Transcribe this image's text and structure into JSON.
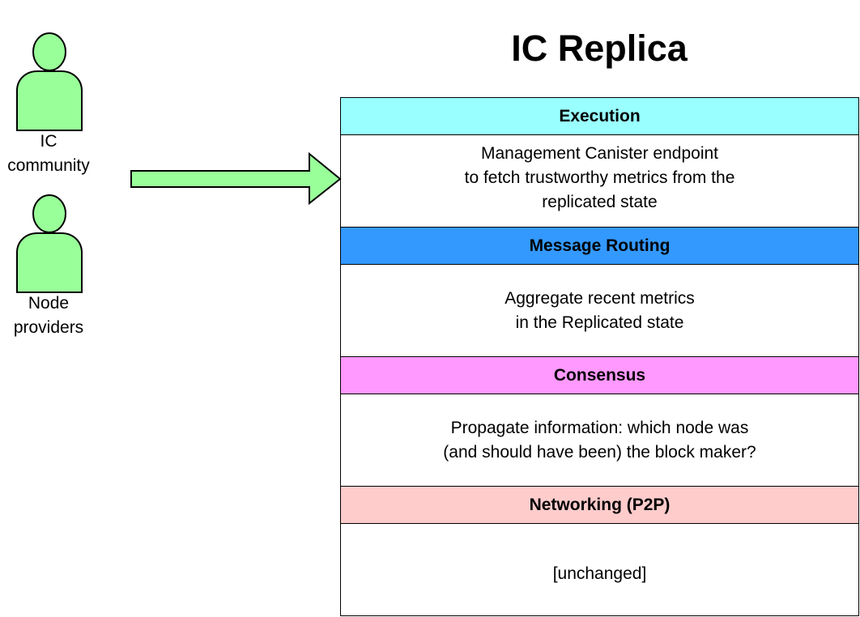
{
  "title": "IC Replica",
  "actors": [
    {
      "label": "IC\ncommunity"
    },
    {
      "label": "Node\nproviders"
    }
  ],
  "layers": [
    {
      "name": "Execution",
      "color": "#99FFFF",
      "description": "Management Canister endpoint\n to fetch trustworthy metrics from the\nreplicated state"
    },
    {
      "name": "Message Routing",
      "color": "#3399FF",
      "description": "Aggregate recent metrics\nin the Replicated state"
    },
    {
      "name": "Consensus",
      "color": "#FF99FF",
      "description": "Propagate information: which node was\n(and should have been) the block maker?"
    },
    {
      "name": "Networking (P2P)",
      "color": "#FFCCCC",
      "description": "[unchanged]"
    }
  ],
  "colors": {
    "actor_fill": "#99FF99",
    "arrow_fill": "#99FF99",
    "stroke": "#000000"
  }
}
